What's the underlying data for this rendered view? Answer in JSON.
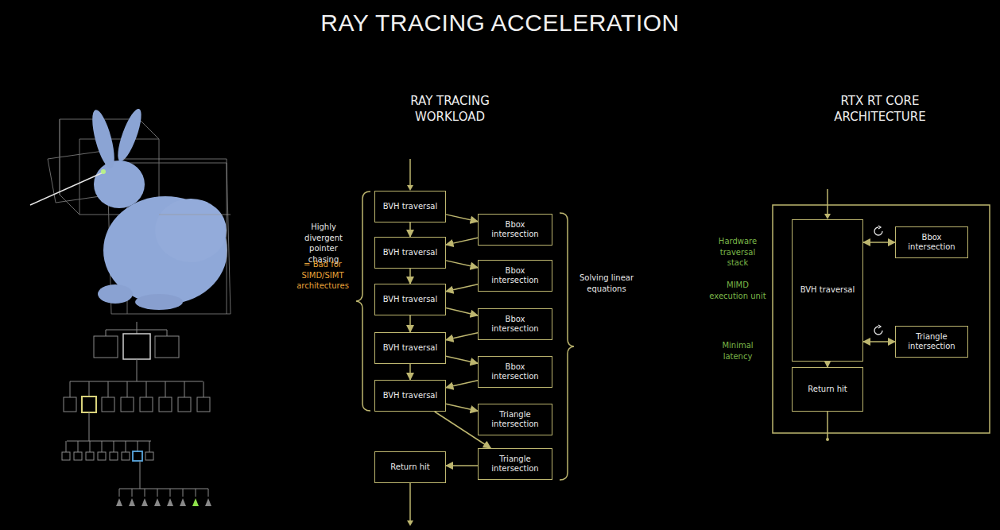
{
  "diagram": {
    "title": "RAY TRACING ACCELERATION",
    "nodes": [
      {
        "text": [
          "BVH traversal"
        ]
      },
      {
        "text": [
          "Bbox intersection"
        ]
      },
      {
        "text": [
          "BVH traversal"
        ]
      },
      {
        "text": [
          "Bbox intersection"
        ]
      },
      {
        "text": [
          "BVH traversal"
        ]
      },
      {
        "text": [
          "Bbox intersection"
        ]
      },
      {
        "text": [
          "BVH traversal"
        ]
      },
      {
        "text": [
          "Bbox intersection"
        ]
      },
      {
        "text": [
          "BVH traversal"
        ]
      },
      {
        "text": [
          "Triangle intersection"
        ]
      },
      {
        "text": [
          "Triangle intersection"
        ]
      },
      {
        "text": [
          "Return hit"
        ]
      },
      {
        "text": [
          "BVH traversal"
        ]
      },
      {
        "text": [
          "Bbox intersection"
        ]
      },
      {
        "text": [
          "Triangle intersection"
        ]
      },
      {
        "text": [
          "Return hit"
        ]
      }
    ],
    "edges": [
      {
        "from": 0,
        "to": 2,
        "arrow": "to"
      },
      {
        "from": 0,
        "to": 1,
        "arrow": "to"
      },
      {
        "from": 1,
        "to": 2,
        "arrow": "to"
      },
      {
        "from": 2,
        "to": 4,
        "arrow": "to"
      },
      {
        "from": 2,
        "to": 3,
        "arrow": "to"
      },
      {
        "from": 3,
        "to": 4,
        "arrow": "to"
      },
      {
        "from": 4,
        "to": 6,
        "arrow": "to"
      },
      {
        "from": 4,
        "to": 5,
        "arrow": "to"
      },
      {
        "from": 5,
        "to": 6,
        "arrow": "to"
      },
      {
        "from": 6,
        "to": 8,
        "arrow": "to"
      },
      {
        "from": 6,
        "to": 7,
        "arrow": "to"
      },
      {
        "from": 7,
        "to": 8,
        "arrow": "to"
      },
      {
        "from": 8,
        "to": 9,
        "arrow": "to"
      },
      {
        "from": 8,
        "to": 10,
        "arrow": "to"
      },
      {
        "from": 10,
        "to": 11,
        "arrow": "to"
      },
      {
        "from": 12,
        "to": 13,
        "arrow": "both"
      },
      {
        "from": 12,
        "to": 14,
        "arrow": "both"
      },
      {
        "from": 12,
        "to": 15,
        "arrow": "to"
      }
    ],
    "labels": [
      "RAY TRACING WORKLOAD",
      "RTX RT CORE ARCHITECTURE",
      "Highly divergent pointer chasing",
      "= Bad for SIMD/SIMT architectures",
      "Solving linear equations",
      "Hardware traversal stack",
      "MIMD execution unit",
      "Minimal latency"
    ]
  }
}
